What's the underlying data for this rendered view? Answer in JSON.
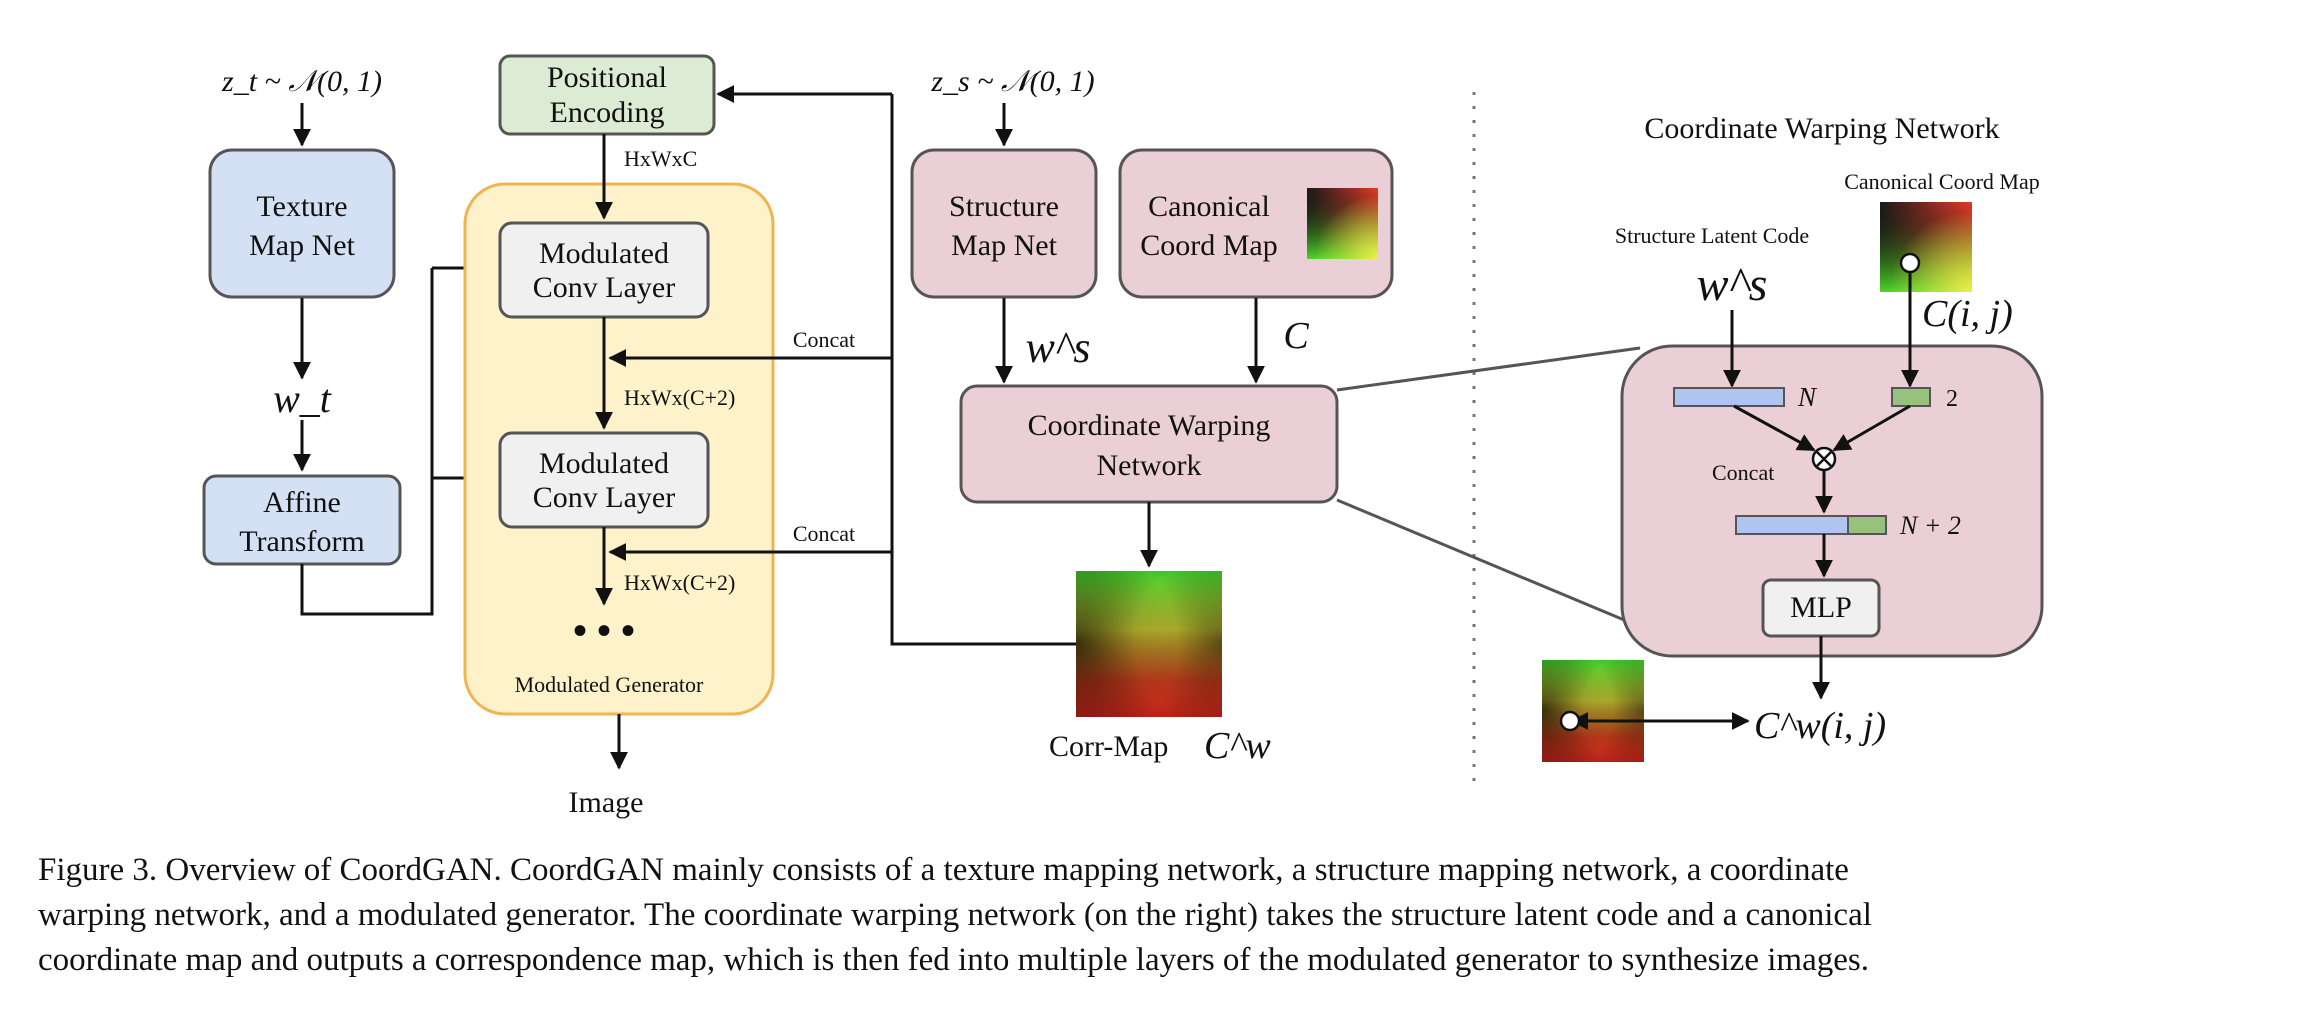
{
  "texture_branch": {
    "noise_label": "z_t ~ 𝒩(0, 1)",
    "texture_map_net": [
      "Texture",
      "Map Net"
    ],
    "wt_label": "w_t",
    "affine_transform": [
      "Affine",
      "Transform"
    ]
  },
  "generator": {
    "positional_encoding": [
      "Positional",
      "Encoding"
    ],
    "pe_dim_label": "HxWxC",
    "conv_layer_1": [
      "Modulated",
      "Conv Layer"
    ],
    "conv_layer_2": [
      "Modulated",
      "Conv Layer"
    ],
    "dim_label_1": "HxWx(C+2)",
    "dim_label_2": "HxWx(C+2)",
    "concat_label_1": "Concat",
    "concat_label_2": "Concat",
    "ellipsis": "• • •",
    "title": "Modulated Generator",
    "output_label": "Image"
  },
  "structure_branch": {
    "noise_label": "z_s ~ 𝒩(0, 1)",
    "structure_map_net": [
      "Structure",
      "Map Net"
    ],
    "canonical_coord_map": [
      "Canonical",
      "Coord Map"
    ],
    "ws_label": "w^s",
    "c_label": "C",
    "coordinate_warping_network": [
      "Coordinate Warping",
      "Network"
    ],
    "corr_map_label": "Corr-Map",
    "corr_map_symbol": "C^w"
  },
  "detail_panel": {
    "title": "Coordinate Warping Network",
    "canonical_coord_map_label": "Canonical Coord Map",
    "structure_latent_code_label": "Structure Latent Code",
    "ws_label": "w^s",
    "cij_label": "C(i, j)",
    "n_label": "N",
    "two_label": "2",
    "concat_label": "Concat",
    "n_plus_2_label": "N + 2",
    "mlp_label": "MLP",
    "output_label": "C^w(i, j)"
  },
  "colors": {
    "blue_fill": "#d4e1f4",
    "green_fill": "#dcebd4",
    "pink_fill": "#ebcfd6",
    "yellow_fill": "#fdf2ca",
    "yellow_border": "#f0b552",
    "gray_fill": "#f0f0f0",
    "bar_blue": "#aec6ef",
    "bar_green": "#97c27e"
  },
  "caption": [
    "Figure 3. Overview of CoordGAN. CoordGAN mainly consists of a texture mapping network, a structure mapping network, a coordinate",
    "warping network, and a modulated generator. The coordinate warping network (on the right) takes the structure latent code and a canonical",
    "coordinate map and outputs a correspondence map, which is then fed into multiple layers of the modulated generator to synthesize images."
  ]
}
